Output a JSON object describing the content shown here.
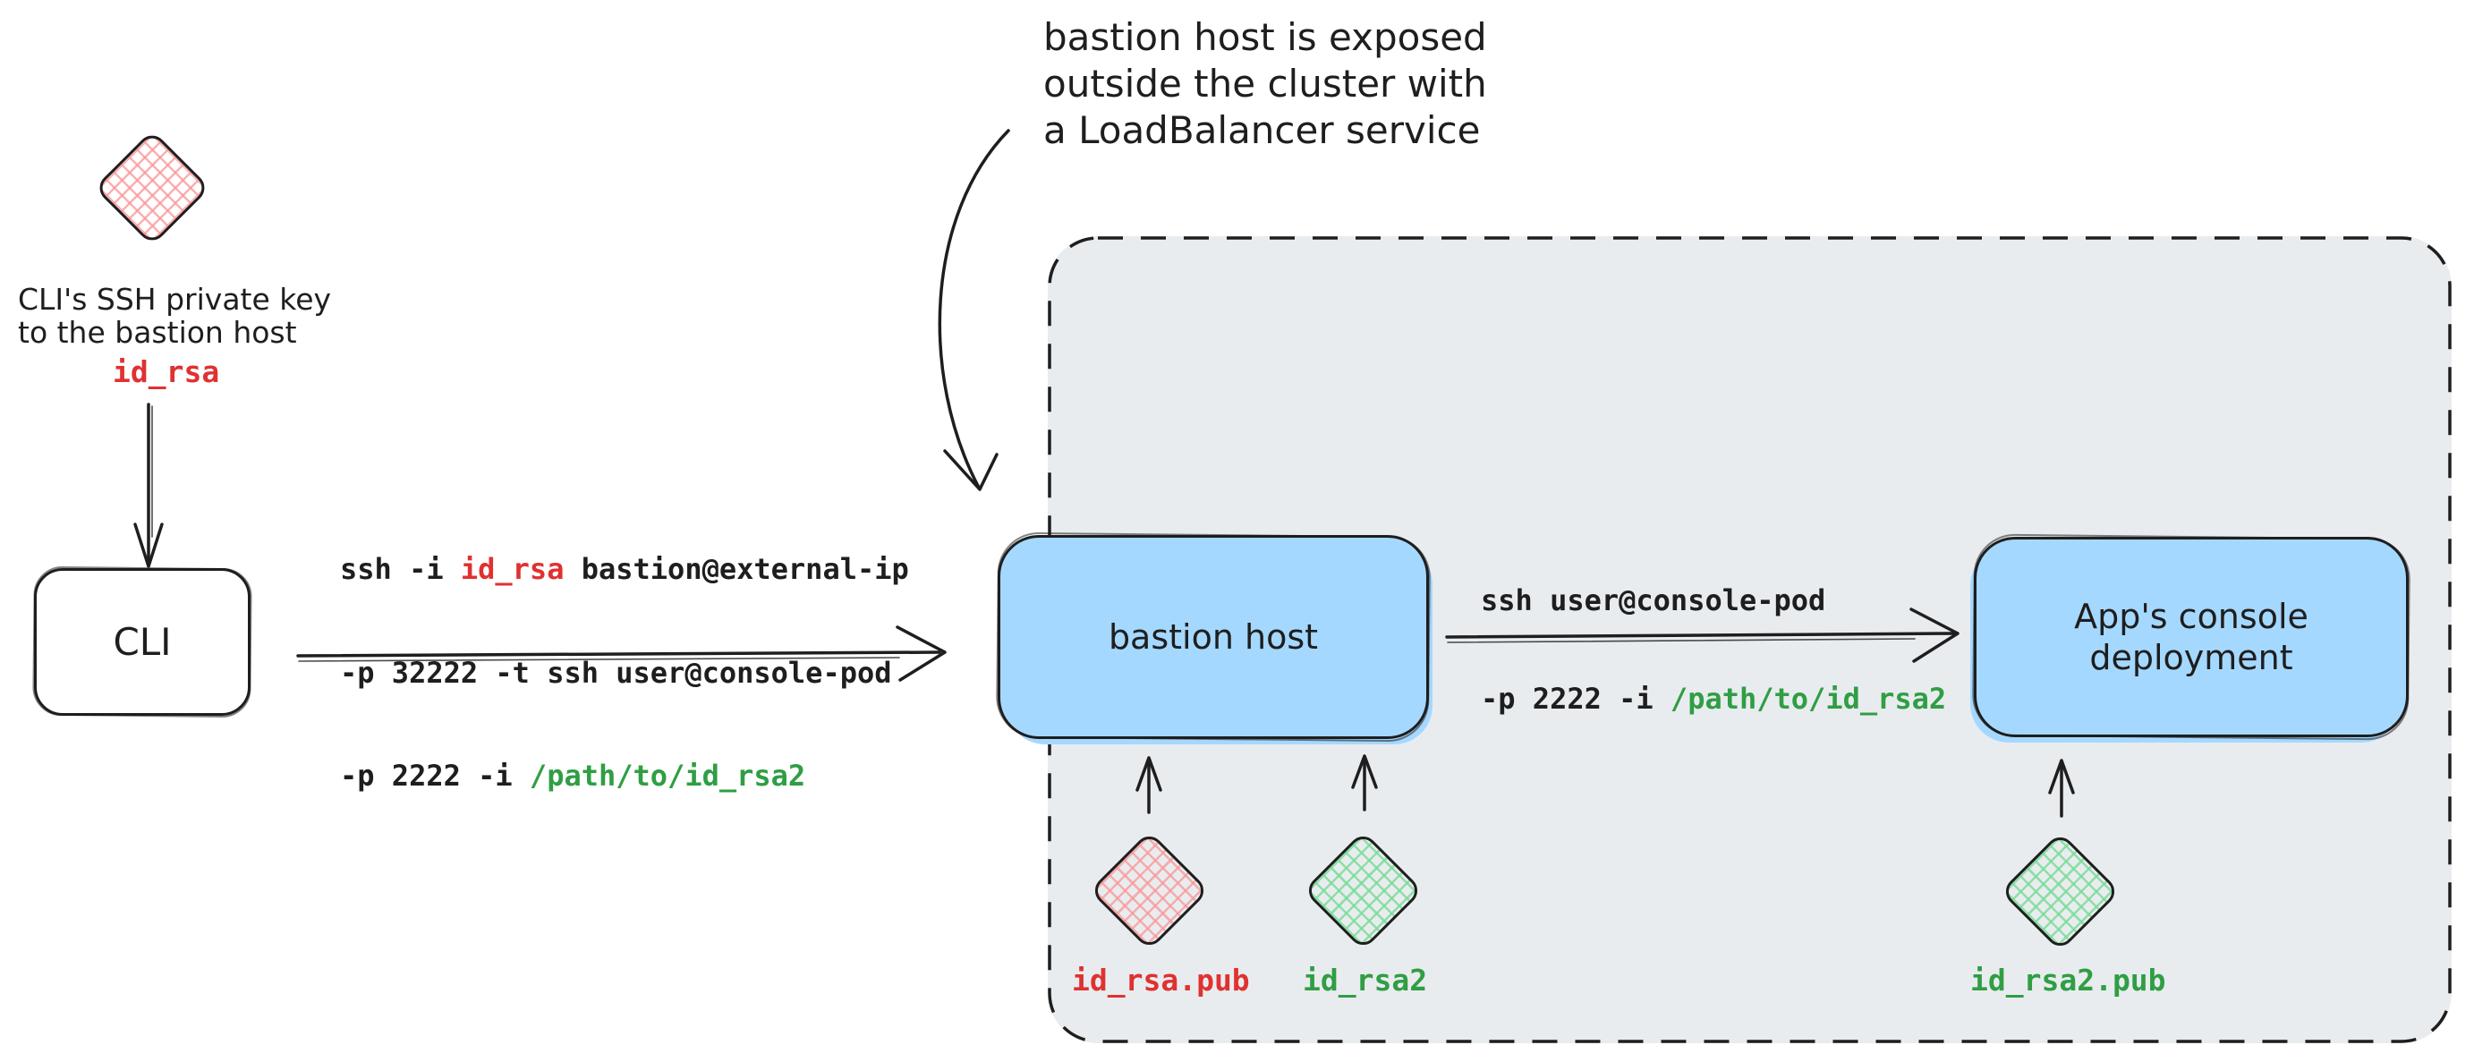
{
  "diagram": {
    "annotation": {
      "line1": "bastion host is exposed",
      "line2": "outside the cluster with",
      "line3": "a LoadBalancer service"
    },
    "cli_key": {
      "caption_line1": "CLI's SSH private key",
      "caption_line2": "to the bastion host",
      "filename": "id_rsa"
    },
    "nodes": {
      "cli": {
        "label": "CLI"
      },
      "bastion": {
        "label": "bastion host"
      },
      "app": {
        "label_line1": "App's console",
        "label_line2": "deployment"
      }
    },
    "commands": {
      "cli_to_bastion": {
        "l1_pre": "ssh -i ",
        "l1_key": "id_rsa",
        "l1_post": " bastion@external-ip",
        "l2": "-p 32222 -t ssh user@console-pod",
        "l3_pre": "-p 2222 -i ",
        "l3_path": "/path/to/id_rsa2"
      },
      "bastion_to_app": {
        "l1": "ssh user@console-pod",
        "l2_pre": "-p 2222 -i ",
        "l2_path": "/path/to/id_rsa2"
      }
    },
    "keys": {
      "id_rsa_pub": {
        "label": "id_rsa.pub"
      },
      "id_rsa2": {
        "label": "id_rsa2"
      },
      "id_rsa2_pub": {
        "label": "id_rsa2.pub"
      }
    },
    "colors": {
      "red": "#e03131",
      "green": "#2f9e44",
      "node_blue": "#a5d8ff",
      "cluster_fill": "#e9ecef",
      "stroke": "#1e1e1e",
      "pink_key_hatch": "#ffc9c9",
      "green_key_hatch": "#b2f2bb"
    }
  }
}
